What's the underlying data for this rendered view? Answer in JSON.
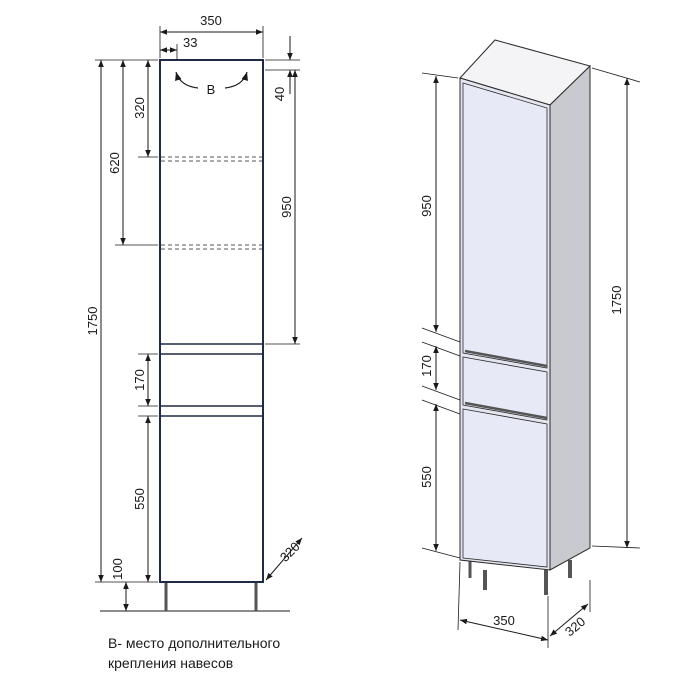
{
  "front_view": {
    "width_label": "350",
    "mount_offset_label": "33",
    "mount_point_label": "B",
    "top_gap_label": "40",
    "upper_shelf_label": "320",
    "lower_shelf_label": "620",
    "upper_door_label": "950",
    "total_height_label": "1750",
    "drawer_label": "170",
    "lower_door_label": "550",
    "leg_label": "100",
    "depth_label": "320"
  },
  "iso_view": {
    "upper_door_label": "950",
    "drawer_label": "170",
    "lower_door_label": "550",
    "total_height_label": "1750",
    "width_label": "350",
    "depth_label": "320"
  },
  "caption": {
    "line1": "В- место дополнительного",
    "line2": "крепления навесов"
  },
  "colors": {
    "panel_fill": "#e8e9f7",
    "side_fill": "#c9cad0",
    "top_fill": "#f4f4f6",
    "edge": "#2b2b2b",
    "outline": "#1f2a44"
  }
}
